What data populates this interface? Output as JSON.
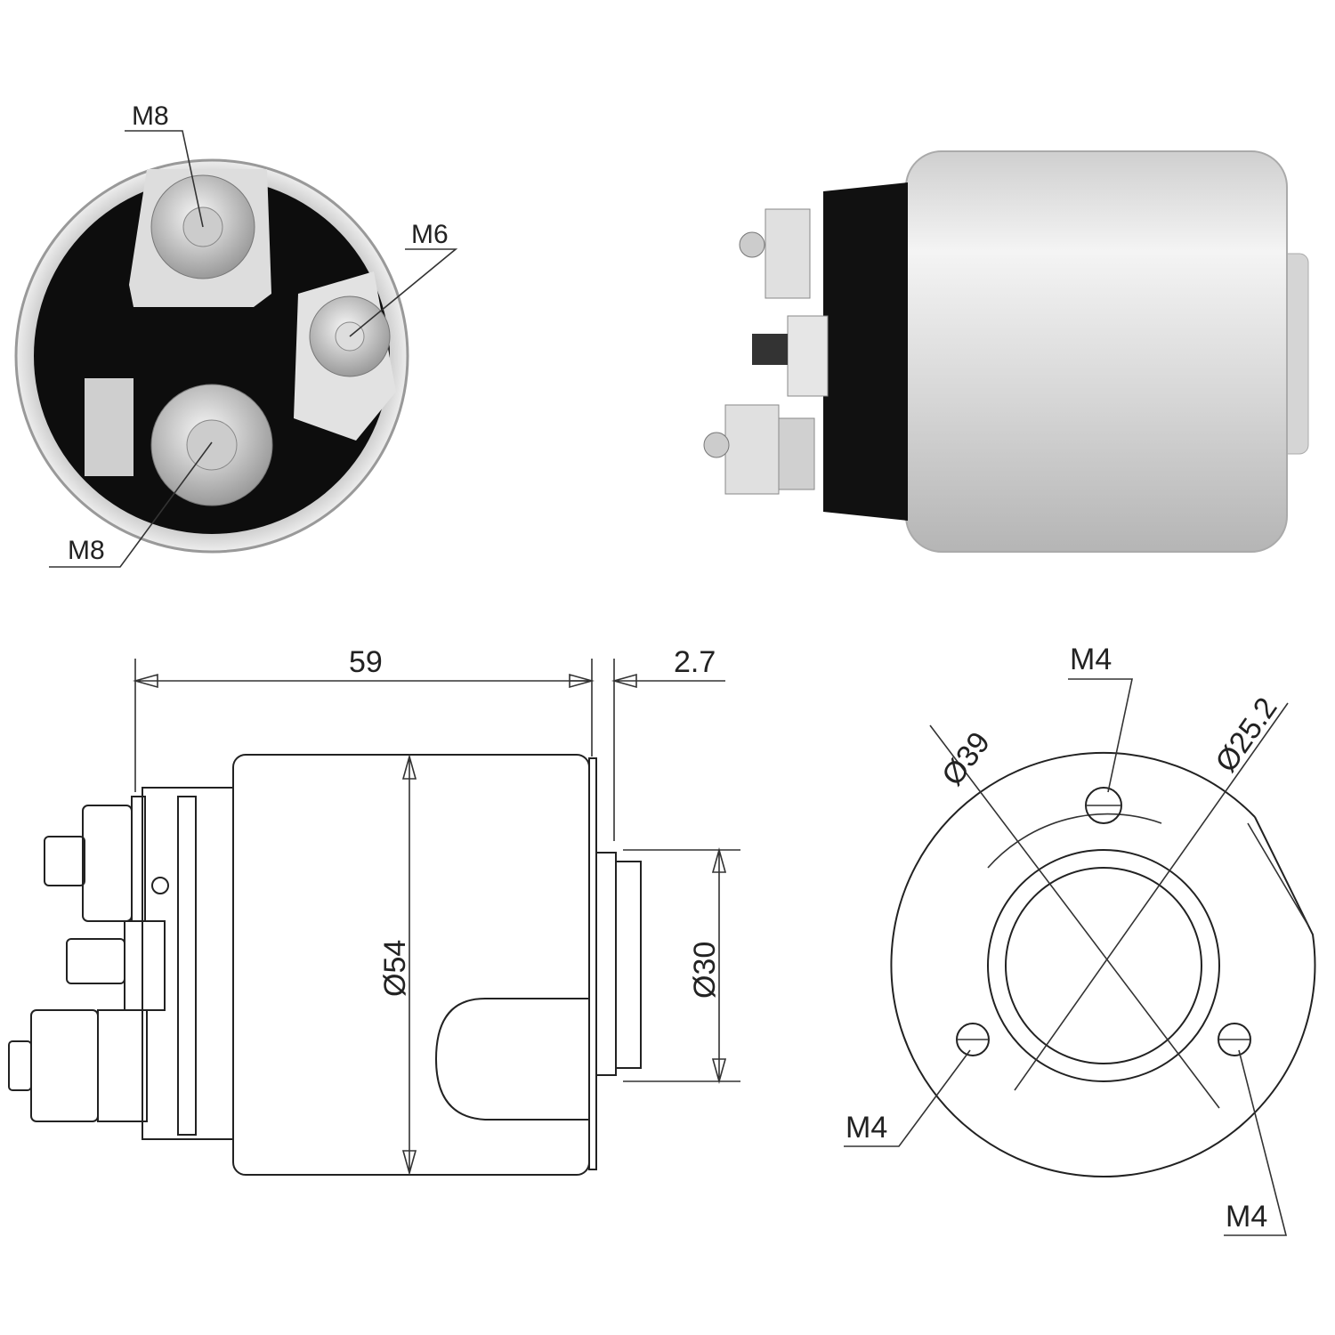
{
  "end_view_photo": {
    "labels": {
      "top_terminal": "M8",
      "side_terminal": "M6",
      "bottom_terminal": "M8"
    }
  },
  "side_view_photo": {},
  "side_drawing": {
    "dimensions": {
      "length": "59",
      "flange": "2.7",
      "body_diameter": "Ø54",
      "boss_diameter": "Ø30"
    }
  },
  "end_drawing": {
    "dimensions": {
      "bolt_circle": "Ø39",
      "bore": "Ø25.2"
    },
    "labels": {
      "top_hole": "M4",
      "left_hole": "M4",
      "right_hole": "M4"
    }
  },
  "colors": {
    "line": "#222222",
    "cap": "#111111",
    "metal": "#d9d9d9"
  }
}
